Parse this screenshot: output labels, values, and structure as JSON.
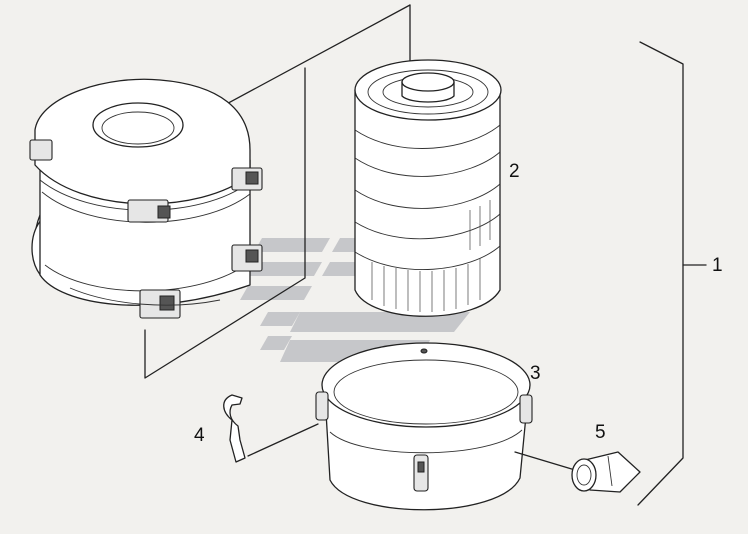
{
  "callouts": {
    "assembly": "1",
    "filter_element": "2",
    "lower_bowl": "3",
    "clip": "4",
    "dust_valve": "5"
  },
  "watermark": {
    "color": "#bfc0c4"
  }
}
